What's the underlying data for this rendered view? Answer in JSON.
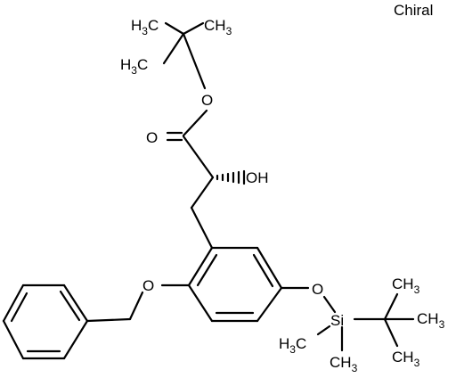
{
  "figure": {
    "chirality_label": "Chiral",
    "labels": {
      "tbu_top_ch3_a": {
        "main": "H",
        "sub": "3",
        "tail": "C"
      },
      "tbu_top_ch3_b": {
        "main": "CH",
        "sub": "3"
      },
      "tbu_top_ch3_c": {
        "main": "H",
        "sub": "3",
        "tail": "C"
      },
      "ester_o": "O",
      "carbonyl_o": "O",
      "hydroxyl": "OH",
      "benzyl_o": "O",
      "silyl_o": "O",
      "silicon": "Si",
      "si_me_a": {
        "main": "H",
        "sub": "3",
        "tail": "C"
      },
      "si_me_b": {
        "main": "CH",
        "sub": "3"
      },
      "tbu_si_ch3_a": {
        "main": "CH",
        "sub": "3"
      },
      "tbu_si_ch3_b": {
        "main": "CH",
        "sub": "3"
      },
      "tbu_si_ch3_c": {
        "main": "CH",
        "sub": "3"
      }
    },
    "colors": {
      "ink": "#000000",
      "background": "#ffffff"
    }
  }
}
